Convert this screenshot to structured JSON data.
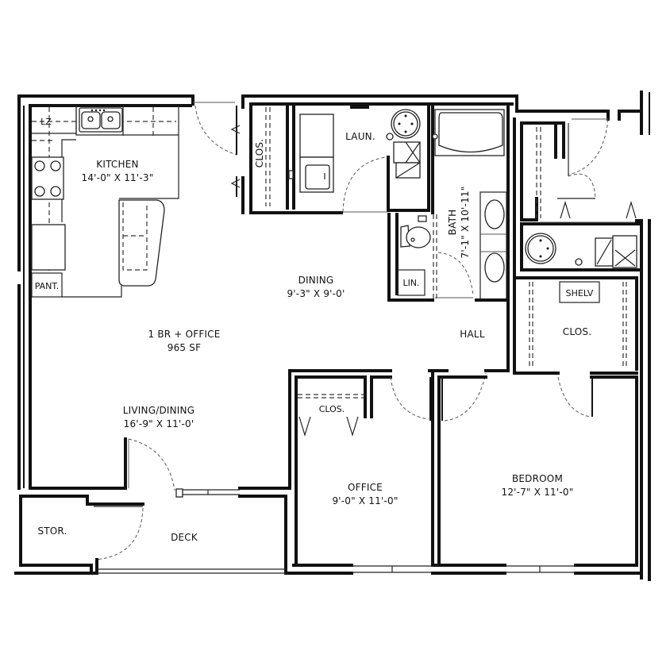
{
  "plan": {
    "title": "1 BR + OFFICE",
    "area": "965 SF"
  },
  "rooms": {
    "kitchen": {
      "name": "KITCHEN",
      "dims": "14'-0\" X 11'-3\""
    },
    "dining": {
      "name": "DINING",
      "dims": "9'-3\" X 9'-0'"
    },
    "living": {
      "name": "LIVING/DINING",
      "dims": "16'-9\" X 11'-0'"
    },
    "office": {
      "name": "OFFICE",
      "dims": "9'-0\" X 11'-0\""
    },
    "bedroom": {
      "name": "BEDROOM",
      "dims": "12'-7\" X 11'-0\""
    },
    "bath": {
      "name": "BATH",
      "dims": "7'-1\" X 10'-11\""
    }
  },
  "labels": {
    "lazy_susan": "LZ",
    "pantry": "PANT.",
    "closet_entry": "CLOS.",
    "laundry": "LAUN.",
    "linen": "LIN.",
    "hall": "HALL",
    "shelf": "SHELV",
    "closet_bedroom": "CLOS.",
    "closet_office": "CLOS.",
    "storage": "STOR.",
    "deck": "DECK"
  },
  "colors": {
    "wall": "#111111",
    "background": "#ffffff"
  }
}
